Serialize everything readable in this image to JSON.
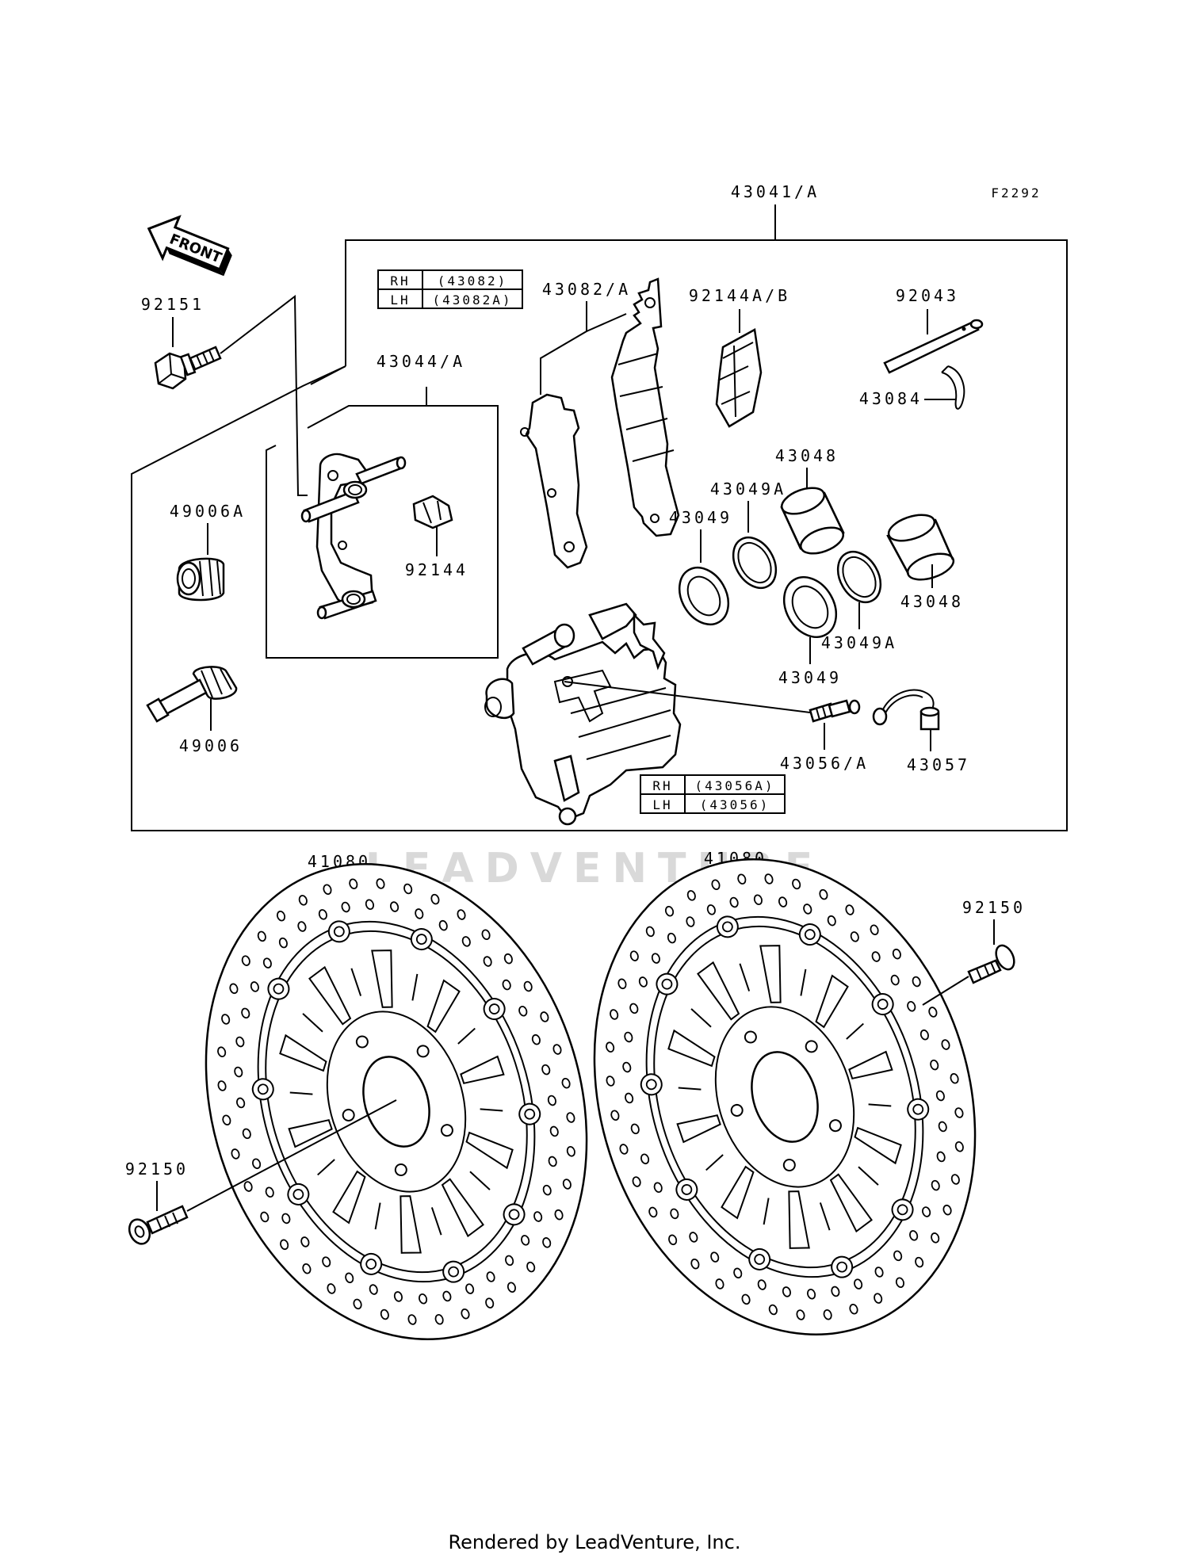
{
  "diagram": {
    "code": "F2292",
    "front_label": "FRONT",
    "watermark": "LEADVENTURE",
    "footer": "Rendered by LeadVenture, Inc.",
    "parts": {
      "assembly": "43041/A",
      "pad_set": "43082/A",
      "pad_spring": "92144A/B",
      "pin": "92043",
      "clip": "43084",
      "bolt_top": "92151",
      "bracket": "43044/A",
      "bracket_spring": "92144",
      "boot_a": "49006A",
      "boot": "49006",
      "piston_upper": "43048",
      "seal_a_upper": "43049A",
      "seal_upper": "43049",
      "piston_right": "43048",
      "seal_a_lower": "43049A",
      "seal_lower": "43049",
      "bleeder": "43056/A",
      "bleeder_cap": "43057",
      "disc_left": "41080",
      "disc_right": "41080",
      "disc_bolt_right": "92150",
      "disc_bolt_left": "92150"
    },
    "pad_table": {
      "rows": [
        {
          "side": "RH",
          "part": "(43082)"
        },
        {
          "side": "LH",
          "part": "(43082A)"
        }
      ]
    },
    "caliper_table": {
      "rows": [
        {
          "side": "RH",
          "part": "(43056A)"
        },
        {
          "side": "LH",
          "part": "(43056)"
        }
      ]
    }
  }
}
